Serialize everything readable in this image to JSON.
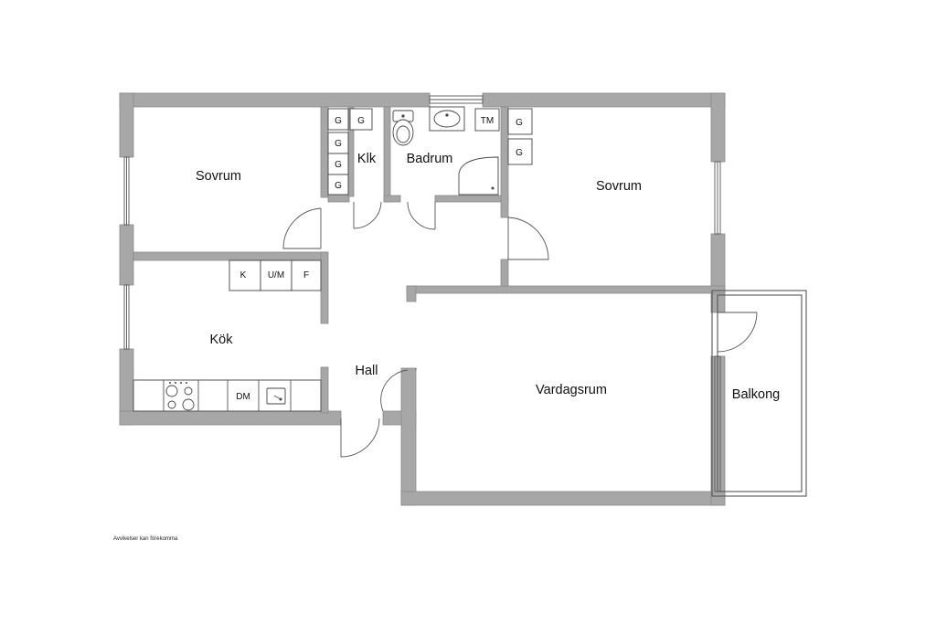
{
  "rooms": {
    "sovrum_left": "Sovrum",
    "klk": "Klk",
    "badrum": "Badrum",
    "sovrum_right": "Sovrum",
    "kok": "Kök",
    "hall": "Hall",
    "vardagsrum": "Vardagsrum",
    "balkong": "Balkong"
  },
  "fixtures": {
    "closet": "G",
    "tm": "TM",
    "k": "K",
    "um": "U/M",
    "f": "F",
    "dm": "DM"
  },
  "footnote": "Avvikelser kan förekomma",
  "colors": {
    "wall": "#a7a7a7",
    "line": "#555555",
    "background": "#ffffff"
  }
}
